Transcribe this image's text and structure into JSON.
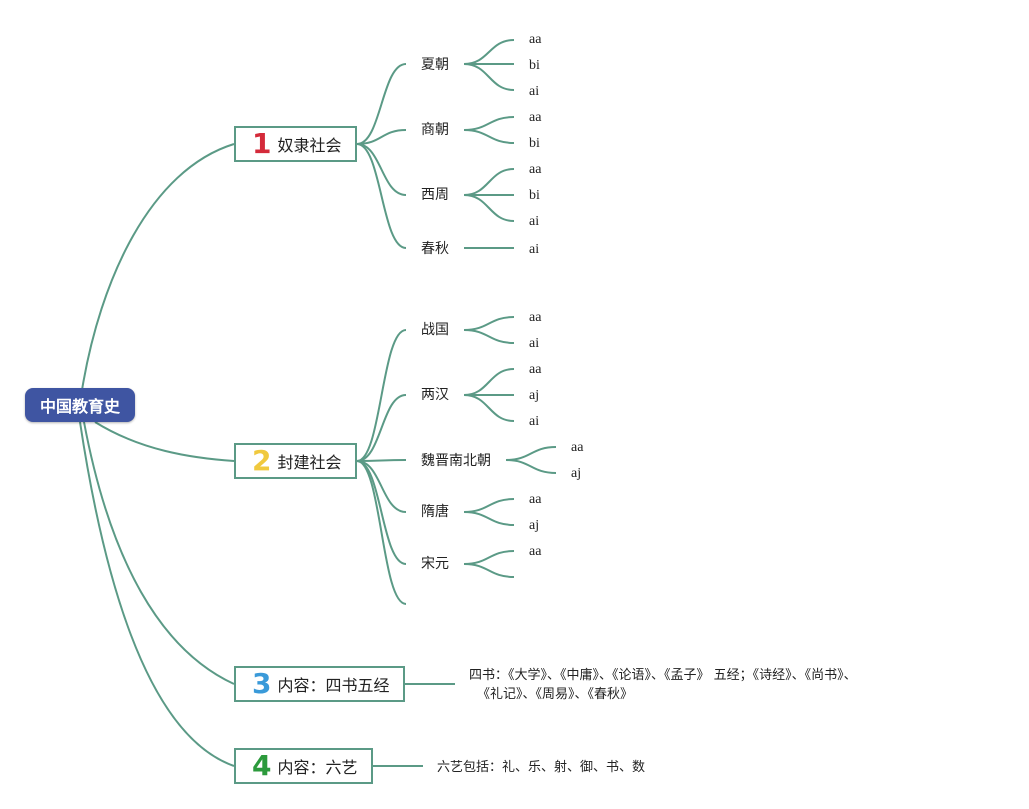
{
  "root": {
    "label": "中国教育史"
  },
  "branches": [
    {
      "number": "1",
      "color": "#d42a3a",
      "label": "奴隶社会"
    },
    {
      "number": "2",
      "color": "#f0c93e",
      "label": "封建社会"
    },
    {
      "number": "3",
      "color": "#3a9ad9",
      "label": "内容：四书五经"
    },
    {
      "number": "4",
      "color": "#2c9a3c",
      "label": "内容：六艺"
    }
  ],
  "slavery": [
    {
      "name": "夏朝",
      "leaves": [
        "aa",
        "bi",
        "ai"
      ]
    },
    {
      "name": "商朝",
      "leaves": [
        "aa",
        "bi"
      ]
    },
    {
      "name": "西周",
      "leaves": [
        "aa",
        "bi",
        "ai"
      ]
    },
    {
      "name": "春秋",
      "leaves": [
        "ai"
      ]
    }
  ],
  "feudal": [
    {
      "name": "战国",
      "leaves": [
        "aa",
        "ai"
      ]
    },
    {
      "name": "两汉",
      "leaves": [
        "aa",
        "aj",
        "ai"
      ]
    },
    {
      "name": "魏晋南北朝",
      "leaves": [
        "aa",
        "aj"
      ]
    },
    {
      "name": "隋唐",
      "leaves": [
        "aa",
        "aj"
      ]
    },
    {
      "name": "宋元",
      "leaves": [
        "aa",
        ""
      ]
    },
    {
      "name": "",
      "leaves": []
    }
  ],
  "notes": {
    "four_books_line1": "四书：《大学》、《中庸》、《论语》、《孟子》 五经；《诗经》、《尚书》、",
    "four_books_line2": "《礼记》、《周易》、《春秋》",
    "six_arts": "六艺包括：礼、乐、射、御、书、数"
  },
  "line_color": "#5b9a86"
}
